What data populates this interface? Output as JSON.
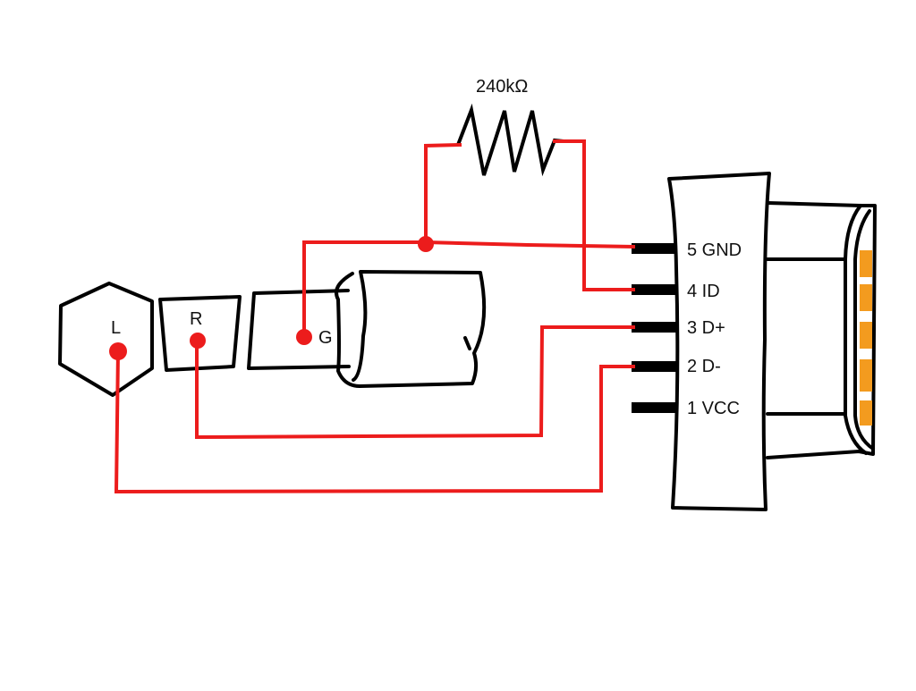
{
  "resistor": {
    "label": "240kΩ"
  },
  "plug": {
    "contacts": [
      {
        "key": "left",
        "label": "L"
      },
      {
        "key": "right",
        "label": "R"
      },
      {
        "key": "ground",
        "label": "G"
      }
    ]
  },
  "connector": {
    "pins": [
      {
        "label": "5 GND"
      },
      {
        "label": "4 ID"
      },
      {
        "label": "3 D+"
      },
      {
        "label": "2 D-"
      },
      {
        "label": "1 VCC"
      }
    ],
    "pad_color": "#f39b1f"
  },
  "colors": {
    "wire": "#ec1c1c",
    "outline": "#000000"
  }
}
